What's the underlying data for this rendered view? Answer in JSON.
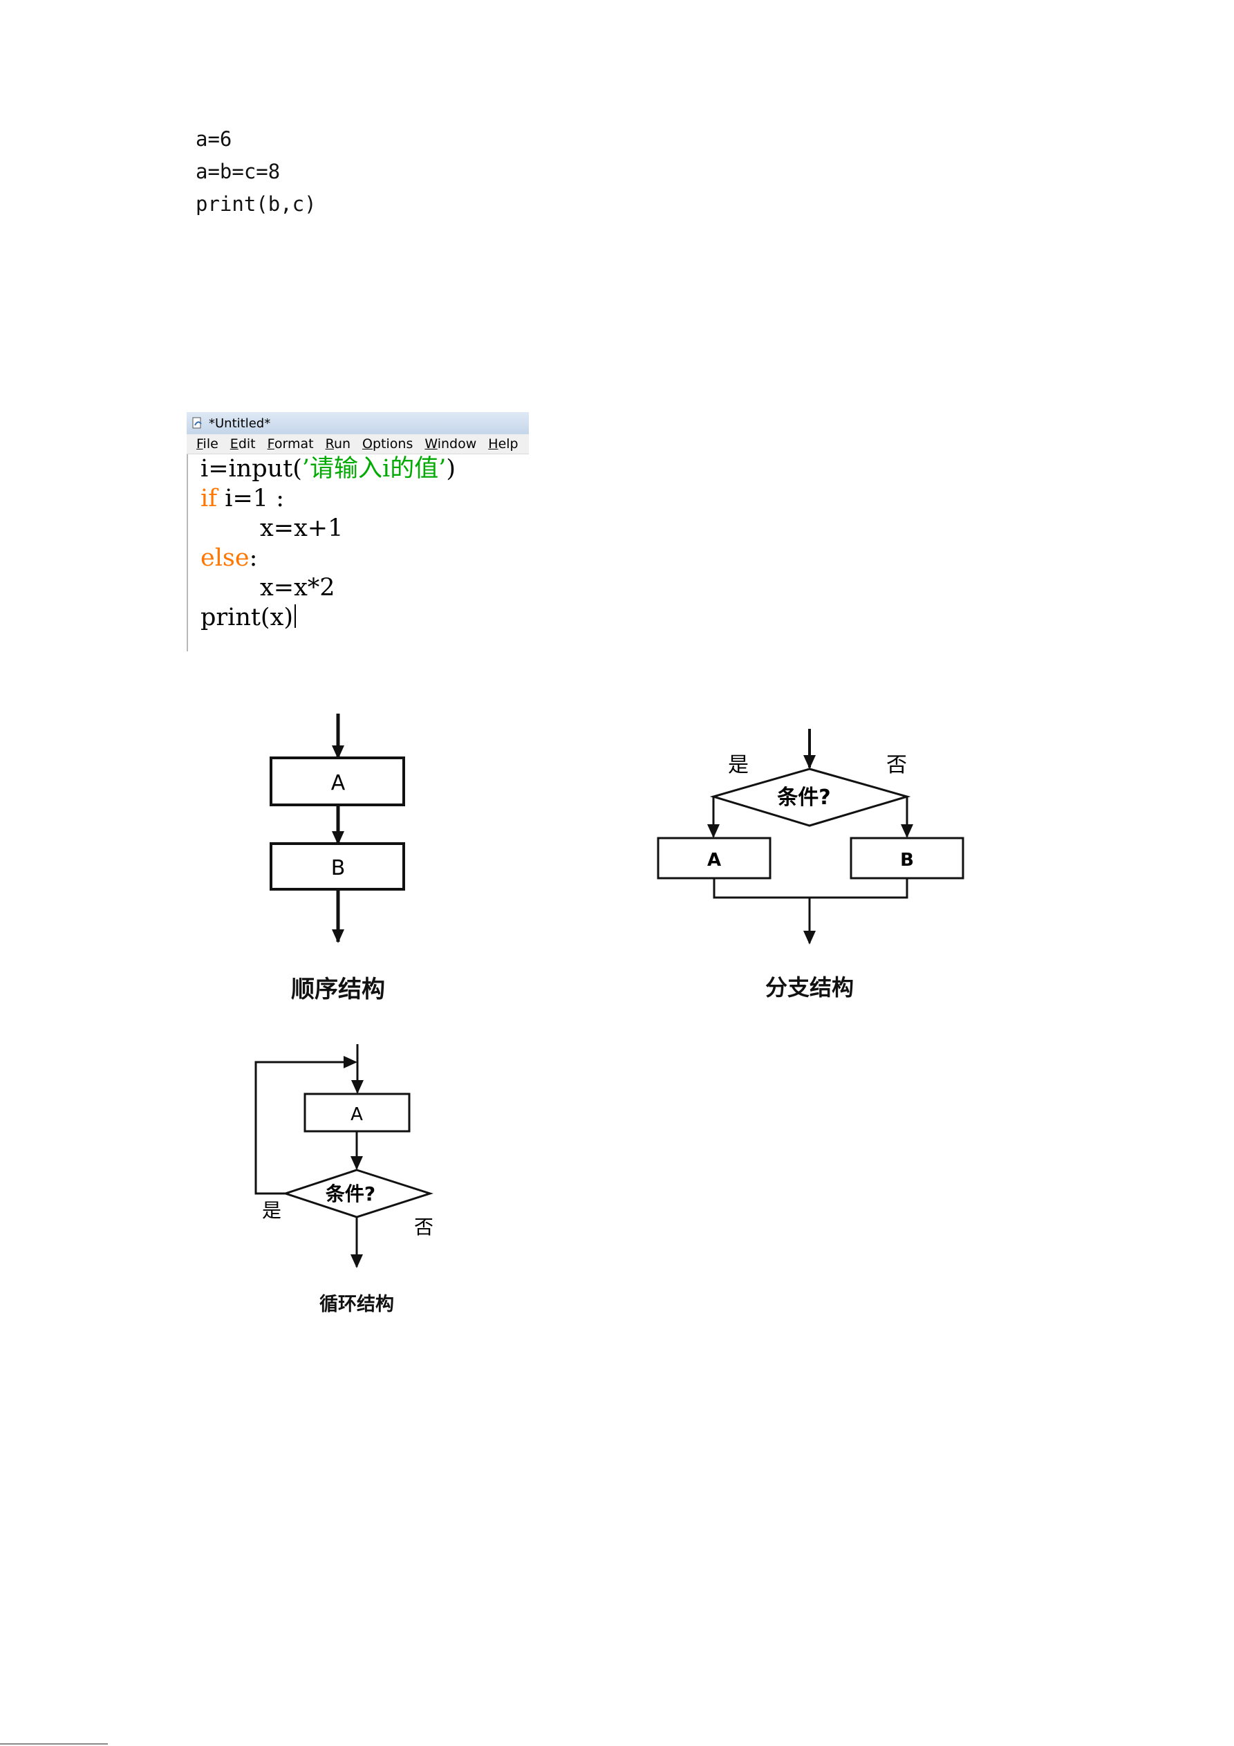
{
  "code_snippet_1": {
    "lines": [
      "a=6",
      "a=b=c=8",
      "print(b,c)"
    ]
  },
  "idle_window": {
    "title": "*Untitled*",
    "menu": [
      "File",
      "Edit",
      "Format",
      "Run",
      "Options",
      "Window",
      "Help"
    ],
    "code": {
      "line1_prefix": "i=input(",
      "line1_string": "’请输入i的值’",
      "line1_suffix": ")",
      "line2_keyword": "if",
      "line2_rest": " i=1 :",
      "line3": "x=x+1",
      "line4_keyword": "else",
      "line4_rest": ":",
      "line5": "x=x*2",
      "line6": "print(x)"
    }
  },
  "sequence_diagram": {
    "box_a": "A",
    "box_b": "B",
    "caption": "顺序结构"
  },
  "branch_diagram": {
    "condition": "条件?",
    "yes_label": "是",
    "no_label": "否",
    "box_a": "A",
    "box_b": "B",
    "caption": "分支结构"
  },
  "loop_diagram": {
    "box_a": "A",
    "condition": "条件?",
    "yes_label": "是",
    "no_label": "否",
    "caption": "循环结构"
  }
}
